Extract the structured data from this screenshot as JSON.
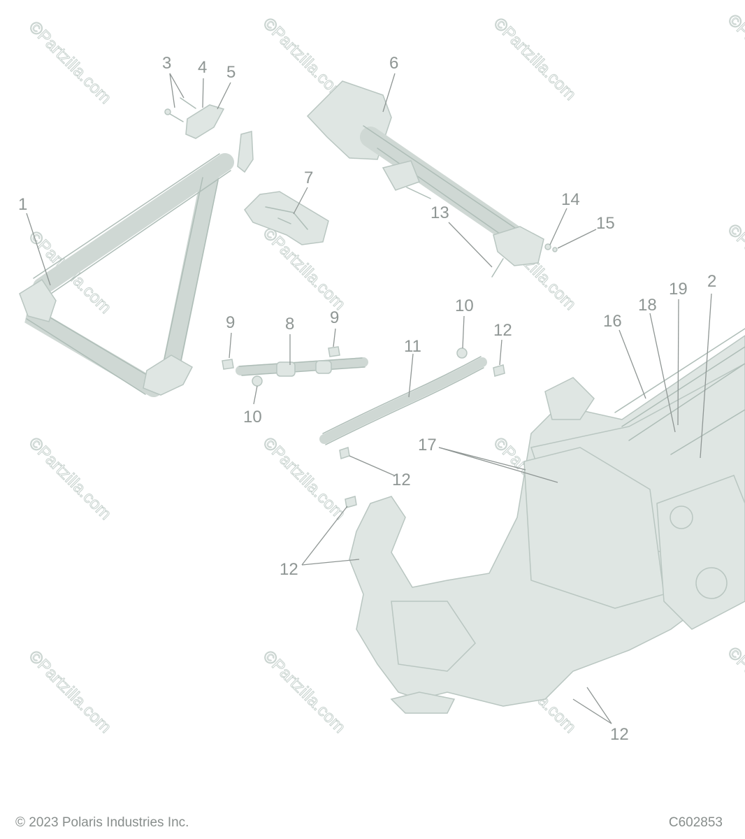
{
  "watermark_text": "©Partzilla.com",
  "callouts": {
    "c1": "1",
    "c2": "2",
    "c3": "3",
    "c4": "4",
    "c5": "5",
    "c6": "6",
    "c7": "7",
    "c8": "8",
    "c9a": "9",
    "c9b": "9",
    "c10a": "10",
    "c10b": "10",
    "c11": "11",
    "c12a": "12",
    "c12b": "12",
    "c12c": "12",
    "c12d": "12",
    "c13": "13",
    "c14": "14",
    "c15": "15",
    "c16": "16",
    "c17": "17",
    "c18": "18",
    "c19": "19"
  },
  "footer": {
    "copyright": "© 2023 Polaris Industries Inc.",
    "code": "C602853"
  },
  "colors": {
    "part_fill": "#dfe6e3",
    "part_stroke": "#b9c6c1",
    "label": "#8f9694"
  }
}
